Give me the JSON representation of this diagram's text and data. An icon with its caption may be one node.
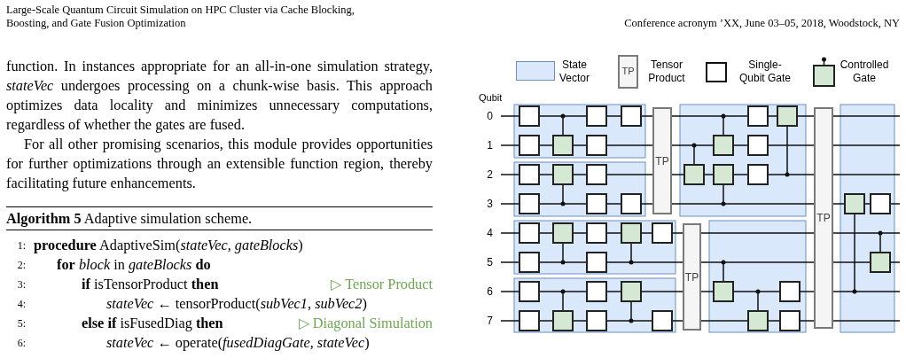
{
  "diagram": {
    "nodes": [
      {
        "text": [
          "TP"
        ]
      },
      {
        "text": [
          "TP"
        ]
      },
      {
        "text": [
          "TP"
        ]
      }
    ],
    "labels": [
      "Large-Scale Quantum Circuit Simulation on HPC Cluster via Cache Blocking, Boosting, and Gate Fusion Optimization",
      "Conference acronym ’XX, June 03–05, 2018, Woodstock, NY",
      "function. In instances appropriate for an all-in-one simulation strategy, *stateVec* undergoes processing on a chunk-wise basis. This approach optimizes data locality and minimizes unnecessary computations, regardless of whether the gates are fused.",
      "For all other promising scenarios, this module provides opportunities for further optimizations through an extensible function region, thereby facilitating future enhancements.",
      "**Algorithm 5** Adaptive simulation scheme.",
      "1:",
      "2:",
      "3:",
      "4:",
      "5:",
      "6:",
      "**procedure** AdaptiveSim(*stateVec*, *gateBlocks*)",
      "**for** *block* in *gateBlocks* **do**",
      "**if** isTensorProduct **then**",
      "*stateVec* ← tensorProduct(*subVec1*, *subVec2*)",
      "**else if** isFusedDiag **then**",
      "*stateVec* ← operate(*fusedDiagGate*, *stateVec*)",
      "▷ Tensor Product",
      "▷ Diagonal Simulation",
      "Qubit",
      "0",
      "1",
      "2",
      "3",
      "4",
      "5",
      "6",
      "7",
      "TP"
    ],
    "legend": [
      {
        "text": "State Vector",
        "color": "#dae8fc"
      },
      {
        "text": "Tensor Product"
      },
      {
        "text": "Single-Qubit Gate"
      },
      {
        "text": "Controlled Gate"
      }
    ]
  }
}
